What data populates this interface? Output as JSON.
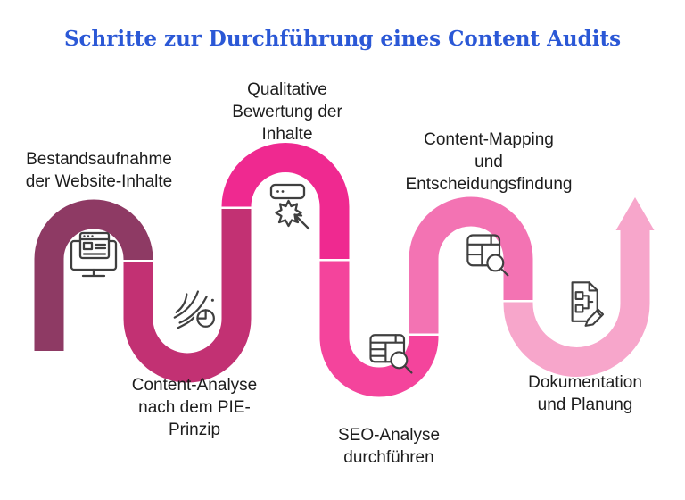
{
  "title": {
    "text": "Schritte zur Durchführung eines Content Audits",
    "color": "#2b58d6"
  },
  "steps": [
    {
      "label": "Bestandsaufnahme der Website-Inhalte",
      "lines": [
        "Bestandsaufnahme",
        "der Website-Inhalte"
      ],
      "icon": "monitor-browser-icon",
      "segment_color": "#8e3a64"
    },
    {
      "label": "Content-Analyse nach dem PIE-Prinzip",
      "lines": [
        "Content-Analyse",
        "nach dem PIE-",
        "Prinzip"
      ],
      "icon": "wind-pie-chart-icon",
      "segment_color": "#c23173"
    },
    {
      "label": "Qualitative Bewertung der Inhalte",
      "lines": [
        "Qualitative",
        "Bewertung der",
        "Inhalte"
      ],
      "icon": "button-click-icon",
      "segment_color": "#ef2990"
    },
    {
      "label": "SEO-Analyse durchführen",
      "lines": [
        "SEO-Analyse",
        "durchführen"
      ],
      "icon": "table-search-icon",
      "segment_color": "#f4449c"
    },
    {
      "label": "Content-Mapping und Entscheidungsfindung",
      "lines": [
        "Content-Mapping",
        "und",
        "Entscheidungsfindung"
      ],
      "icon": "table-search-icon",
      "segment_color": "#f373b3"
    },
    {
      "label": "Dokumentation und Planung",
      "lines": [
        "Dokumentation",
        "und Planung"
      ],
      "icon": "document-edit-icon",
      "segment_color": "#f7a6cb"
    }
  ],
  "flow": {
    "shape": "serpentine",
    "direction": "left-to-right",
    "arrow_color": "#f7a6cb"
  }
}
